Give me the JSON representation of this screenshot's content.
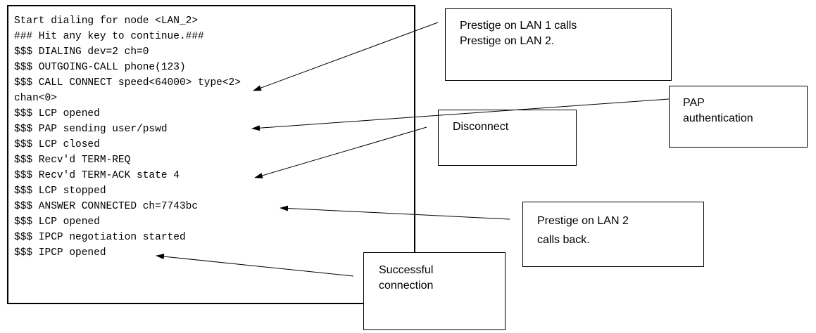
{
  "terminal": {
    "lines": [
      "Start dialing for node <LAN_2>",
      "### Hit any key to continue.###",
      "$$$ DIALING dev=2 ch=0",
      "$$$ OUTGOING-CALL phone(123)",
      "$$$ CALL CONNECT speed<64000> type<2>",
      "chan<0>",
      "$$$ LCP opened",
      "$$$ PAP sending user/pswd",
      "$$$ LCP closed",
      "$$$ Recv'd TERM-REQ",
      "$$$ Recv'd TERM-ACK state 4",
      "$$$ LCP stopped",
      "$$$ ANSWER CONNECTED ch=7743bc",
      "$$$ LCP opened",
      "$$$ IPCP negotiation started",
      "$$$ IPCP opened"
    ]
  },
  "callouts": {
    "lan1_calls": {
      "line1": "Prestige on LAN 1 calls",
      "line2": "Prestige on LAN 2."
    },
    "pap_auth": {
      "line1": "PAP",
      "line2": "authentication"
    },
    "disconnect": {
      "line1": "Disconnect"
    },
    "lan2_calls_back": {
      "line1": "Prestige on LAN 2",
      "line2": "calls back."
    },
    "successful": {
      "line1": "Successful",
      "line2": "connection"
    }
  },
  "colors": {
    "stroke": "#000000",
    "background": "#ffffff"
  }
}
